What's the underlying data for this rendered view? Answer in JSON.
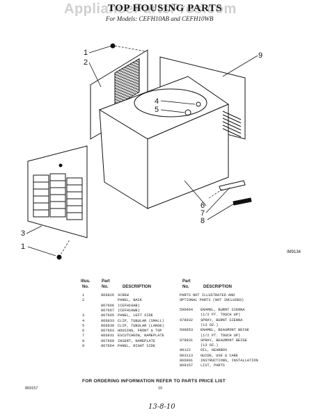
{
  "watermark": "AppliancePartsPros.com",
  "title": "TOP HOUSING PARTS",
  "subtitle": "For Models: CEFH10AB and CEFH10WB",
  "diagram": {
    "callouts": [
      "1",
      "2",
      "4",
      "5",
      "9",
      "3",
      "1",
      "6",
      "7",
      "8"
    ],
    "figure_id": "IM9134"
  },
  "table": {
    "left_head": {
      "illus": "Illus.",
      "no1": "No.",
      "part": "Part",
      "no2": "No.",
      "desc": "DESCRIPTION"
    },
    "left_rows": [
      {
        "illus": "1",
        "part": "866826",
        "desc": "SCREW"
      },
      {
        "illus": "2",
        "part": "",
        "desc": "PANEL, BACK"
      },
      {
        "illus": "",
        "part": "867666",
        "desc": "(CEFH10AB)"
      },
      {
        "illus": "",
        "part": "867667",
        "desc": "(CEFH10WB)"
      },
      {
        "illus": "3",
        "part": "867665",
        "desc": "PANEL, LEFT SIDE"
      },
      {
        "illus": "4",
        "part": "866833",
        "desc": "CLIP, TUBULAR (SMALL)"
      },
      {
        "illus": "5",
        "part": "866830",
        "desc": "CLIP, TUBULAR (LARGE)"
      },
      {
        "illus": "6",
        "part": "867663",
        "desc": "HOUSING, FRONT & TOP"
      },
      {
        "illus": "7",
        "part": "866831",
        "desc": "ESCUTCHEON, NAMEPLATE"
      },
      {
        "illus": "8",
        "part": "867669",
        "desc": "INSERT, NAMEPLATE"
      },
      {
        "illus": "9",
        "part": "867664",
        "desc": "PANEL, RIGHT SIDE"
      }
    ],
    "right_head": {
      "part": "Part",
      "no": "No.",
      "desc": "DESCRIPTION"
    },
    "right_note1": "PARTS NOT ILLUSTRATED AND",
    "right_note2": "OPTIONAL PARTS (NOT INCLUDED)",
    "right_rows": [
      {
        "part": "599964",
        "desc": "ENAMEL, BURNT SIENNA"
      },
      {
        "part": "",
        "desc": "(1/2 PT. TOUCH UP)"
      },
      {
        "part": "978932",
        "desc": "SPRAY, BURNT SIENNA"
      },
      {
        "part": "",
        "desc": "(13 OZ.)"
      },
      {
        "part": "598953",
        "desc": "ENAMEL, BEAUMONT BEIGE"
      },
      {
        "part": "",
        "desc": "(1/2 PT. TOUCH UP)"
      },
      {
        "part": "978931",
        "desc": "SPRAY, BEAUMONT BEIGE"
      },
      {
        "part": "",
        "desc": "(13 OZ.)"
      },
      {
        "part": "89122",
        "desc": "OIL, GEARBOX"
      },
      {
        "part": "603113",
        "desc": "GUIDE, USE & CARE"
      },
      {
        "part": "866991",
        "desc": "INSTRUCTIONS, INSTALLATION"
      },
      {
        "part": "869157",
        "desc": "LIST, PARTS"
      }
    ]
  },
  "footer": {
    "order_note": "FOR ORDERING INFORMATION REFER TO PARTS PRICE LIST",
    "doc_no": "869157",
    "page": "10",
    "handwritten": "13-8-10"
  }
}
